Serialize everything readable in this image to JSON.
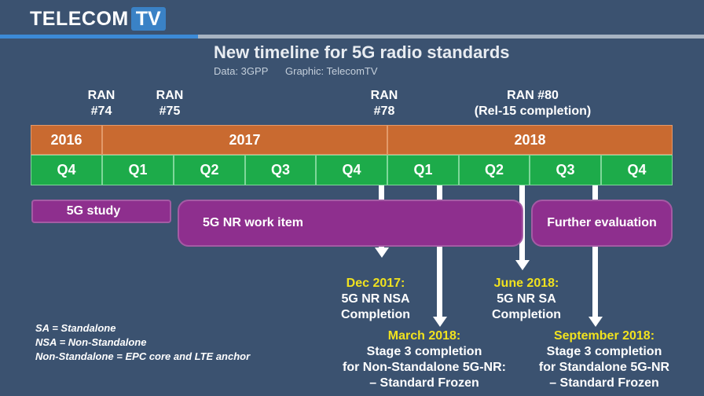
{
  "logo": {
    "part1": "TELECOM",
    "part2": "TV"
  },
  "header": {
    "title": "New timeline for 5G radio standards",
    "data_source": "Data: 3GPP",
    "graphic_credit": "Graphic: TelecomTV"
  },
  "ran_labels": [
    {
      "line1": "RAN",
      "line2": "#74"
    },
    {
      "line1": "RAN",
      "line2": "#75"
    },
    {
      "line1": "RAN",
      "line2": "#78"
    },
    {
      "line1": "RAN #80",
      "line2": "(Rel-15 completion)"
    }
  ],
  "years": [
    "2016",
    "2017",
    "2018"
  ],
  "quarters": [
    "Q4",
    "Q1",
    "Q2",
    "Q3",
    "Q4",
    "Q1",
    "Q2",
    "Q3",
    "Q4"
  ],
  "phases": [
    "5G study",
    "5G NR work item",
    "Further evaluation"
  ],
  "milestones": [
    {
      "date": "Dec 2017:",
      "lines": [
        "5G NR NSA",
        "Completion"
      ]
    },
    {
      "date": "March 2018:",
      "lines": [
        "Stage 3 completion",
        "for Non-Standalone 5G-NR:",
        "– Standard Frozen"
      ]
    },
    {
      "date": "June 2018:",
      "lines": [
        "5G NR SA",
        "Completion"
      ]
    },
    {
      "date": "September 2018:",
      "lines": [
        "Stage 3 completion",
        "for Standalone 5G-NR",
        "– Standard Frozen"
      ]
    }
  ],
  "notes": [
    "SA = Standalone",
    "NSA = Non-Standalone",
    "Non-Standalone = EPC core and LTE anchor"
  ],
  "colors": {
    "background": "#3b5270",
    "year_band": "#c96a30",
    "quarter_band": "#1dab4a",
    "phase_bar": "#8e2f8e",
    "milestone_date": "#f1e21e",
    "logo_box": "#3a82c6"
  }
}
